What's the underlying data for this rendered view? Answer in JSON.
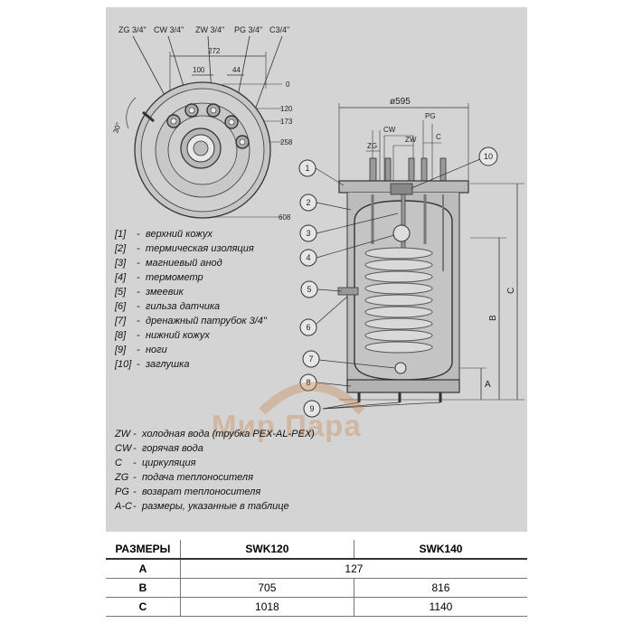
{
  "top_view": {
    "connections": [
      "ZG 3/4\"",
      "CW 3/4\"",
      "ZW 3/4\"",
      "PG 3/4\"",
      "C3/4\""
    ],
    "dims_horizontal": [
      "272",
      "100",
      "44"
    ],
    "dims_vertical": [
      "0",
      "120",
      "173",
      "258",
      "608"
    ],
    "angle": "30°"
  },
  "side_view": {
    "diameter": "ø595",
    "connections": [
      "PG",
      "CW",
      "ZG",
      "ZW",
      "C"
    ],
    "callouts": [
      "1",
      "2",
      "3",
      "4",
      "5",
      "6",
      "7",
      "8",
      "9",
      "10"
    ],
    "dims": [
      "A",
      "B",
      "C"
    ]
  },
  "legend_parts": [
    {
      "key": "[1]",
      "dash": "-",
      "text": "верхний кожух"
    },
    {
      "key": "[2]",
      "dash": "-",
      "text": "термическая изоляция"
    },
    {
      "key": "[3]",
      "dash": "-",
      "text": "магниевый анод"
    },
    {
      "key": "[4]",
      "dash": "-",
      "text": "термометр"
    },
    {
      "key": "[5]",
      "dash": "-",
      "text": "змеевик"
    },
    {
      "key": "[6]",
      "dash": "-",
      "text": "гильза датчика"
    },
    {
      "key": "[7]",
      "dash": "-",
      "text": "дренажный патрубок 3/4\""
    },
    {
      "key": "[8]",
      "dash": "-",
      "text": "нижний кожух"
    },
    {
      "key": "[9]",
      "dash": "-",
      "text": "ноги"
    },
    {
      "key": "[10]",
      "dash": "-",
      "text": "заглушка"
    }
  ],
  "legend_codes": [
    {
      "key": "ZW",
      "dash": "-",
      "text": "холодная вода (трубка PEX-AL-PEX)"
    },
    {
      "key": "CW",
      "dash": "-",
      "text": "горячая вода"
    },
    {
      "key": "C",
      "dash": "-",
      "text": "циркуляция"
    },
    {
      "key": "ZG",
      "dash": "-",
      "text": "подача теплоносителя"
    },
    {
      "key": "PG",
      "dash": "-",
      "text": "возврат теплоносителя"
    },
    {
      "key": "A-C",
      "dash": "-",
      "text": "размеры, указанные в таблице"
    }
  ],
  "watermark": "Мир Пара",
  "table": {
    "header": [
      "РАЗМЕРЫ",
      "SWK120",
      "SWK140"
    ],
    "rows": [
      {
        "label": "A",
        "merged": "127"
      },
      {
        "label": "B",
        "v1": "705",
        "v2": "816"
      },
      {
        "label": "C",
        "v1": "1018",
        "v2": "1140"
      }
    ]
  }
}
